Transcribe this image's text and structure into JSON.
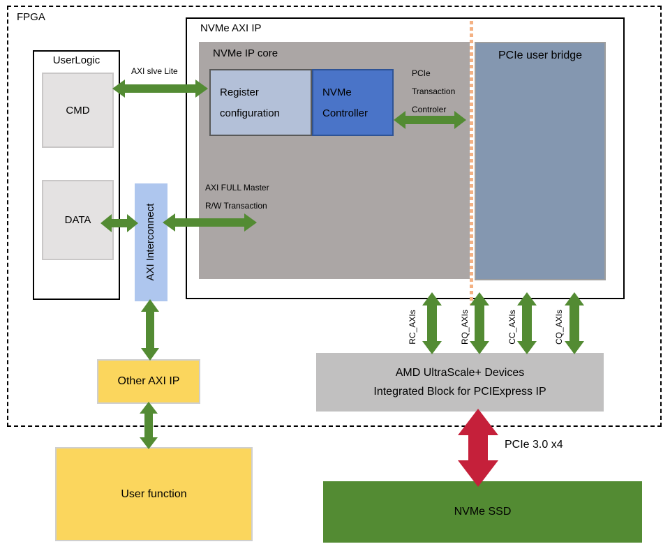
{
  "colors": {
    "green_arrow": "#538b33",
    "red_arrow": "#c5203a",
    "yellow_block": "#fbd65d",
    "core_gray": "#aba6a5",
    "bridge_blue": "#8497b0",
    "controller_blue": "#4a74c8",
    "register_blue": "#b3c0d8",
    "interconnect_blue": "#aec6ee",
    "ssd_green": "#538b33",
    "amd_gray": "#c1c0c0",
    "dotted_orange": "#f4b183",
    "inner_block_gray": "#e4e2e2"
  },
  "fpga": {
    "label": "FPGA"
  },
  "userlogic": {
    "title": "UserLogic",
    "cmd_label": "CMD",
    "data_label": "DATA"
  },
  "nvme_axi_ip": {
    "title": "NVMe AXI IP",
    "core": {
      "title": "NVMe IP core",
      "register_configuration": {
        "line1": "Register",
        "line2": "configuration"
      },
      "nvme_controller": {
        "line1": "NVMe",
        "line2": "Controller"
      }
    },
    "pcie_user_bridge": {
      "title": "PCIe user bridge"
    }
  },
  "axi_interconnect": {
    "label": "AXI Interconnect"
  },
  "other_axi_ip": {
    "label": "Other AXI IP"
  },
  "user_function": {
    "label": "User function"
  },
  "amd_pcie_block": {
    "line1": "AMD UltraScale+ Devices",
    "line2": "Integrated Block for PCIExpress IP"
  },
  "nvme_ssd": {
    "label": "NVMe SSD"
  },
  "connections": {
    "axi_slve_lite": "AXI slve Lite",
    "axi_full_master": "AXI FULL Master",
    "rw_transaction": "R/W Transaction",
    "pcie_transaction": {
      "line1": "PCIe",
      "line2": "Transaction",
      "line3": "Controler"
    },
    "rc_axis": "RC_AXIs",
    "rq_axis": "RQ_AXIs",
    "cc_axis": "CC_AXIs",
    "cq_axis": "CQ_AXIs",
    "pcie_30_x4": "PCIe 3.0 x4"
  }
}
